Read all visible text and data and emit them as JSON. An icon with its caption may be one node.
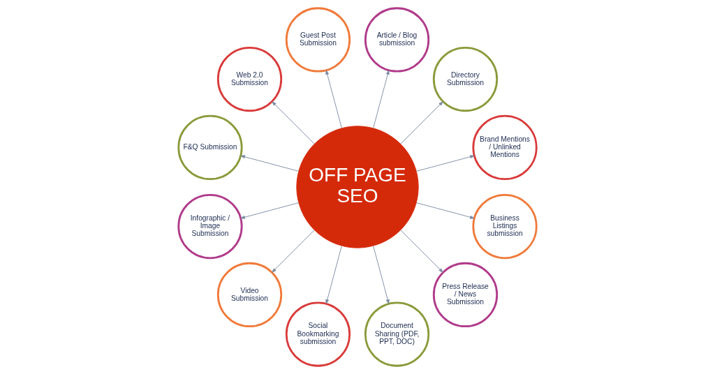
{
  "diagram": {
    "nodes": [
      {
        "text": [
          "OFF PAGE SEO"
        ]
      },
      {
        "text": [
          "Brand Mentions / Unlinked Mentions"
        ]
      },
      {
        "text": [
          "Business Listings submission"
        ]
      },
      {
        "text": [
          "Directory Submission"
        ]
      },
      {
        "text": [
          "Press Release / News Submission"
        ]
      },
      {
        "text": [
          "Article / Blog submission"
        ]
      },
      {
        "text": [
          "Document Sharing (PDF, PPT, DOC)"
        ]
      },
      {
        "text": [
          "Guest Post Submission"
        ]
      },
      {
        "text": [
          "Social Bookmarking submission"
        ]
      },
      {
        "text": [
          "Web 2.0 Submission"
        ]
      },
      {
        "text": [
          "Video Submission"
        ]
      },
      {
        "text": [
          "F&Q Submission"
        ]
      },
      {
        "text": [
          "Infographic / Image Submission"
        ]
      }
    ],
    "edges": [
      {
        "from": 0,
        "to": 1,
        "arrow": "to"
      },
      {
        "from": 0,
        "to": 3,
        "arrow": "to"
      },
      {
        "from": 0,
        "to": 5,
        "arrow": "to"
      },
      {
        "from": 0,
        "to": 7,
        "arrow": "to"
      },
      {
        "from": 0,
        "to": 9,
        "arrow": "to"
      },
      {
        "from": 0,
        "to": 11,
        "arrow": "to"
      },
      {
        "from": 0,
        "to": 12,
        "arrow": "to"
      },
      {
        "from": 0,
        "to": 10,
        "arrow": "to"
      },
      {
        "from": 0,
        "to": 8,
        "arrow": "to"
      },
      {
        "from": 0,
        "to": 6,
        "arrow": "to"
      },
      {
        "from": 0,
        "to": 4,
        "arrow": "to"
      },
      {
        "from": 0,
        "to": 2,
        "arrow": "to"
      }
    ]
  }
}
